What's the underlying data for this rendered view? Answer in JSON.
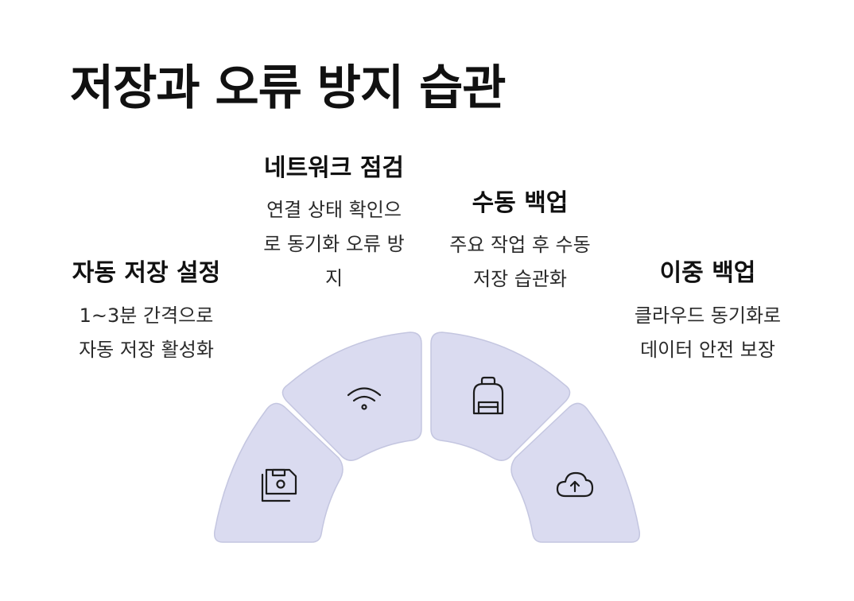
{
  "title": "저장과 오류 방지 습관",
  "colors": {
    "segment_fill": "#dadbf0",
    "segment_stroke": "#c4c6e0",
    "text": "#111111"
  },
  "items": [
    {
      "heading": "자동 저장 설정",
      "lines": [
        "1~3분 간격으로",
        "자동 저장 활성화"
      ],
      "icon": "floppy-disk-icon"
    },
    {
      "heading": "네트워크 점검",
      "lines": [
        "연결 상태 확인으",
        "로 동기화 오류 방",
        "지"
      ],
      "icon": "wifi-icon"
    },
    {
      "heading": "수동 백업",
      "lines": [
        "주요 작업 후 수동",
        "저장 습관화"
      ],
      "icon": "backpack-icon"
    },
    {
      "heading": "이중 백업",
      "lines": [
        "클라우드 동기화로",
        "데이터 안전 보장"
      ],
      "icon": "cloud-upload-icon"
    }
  ]
}
